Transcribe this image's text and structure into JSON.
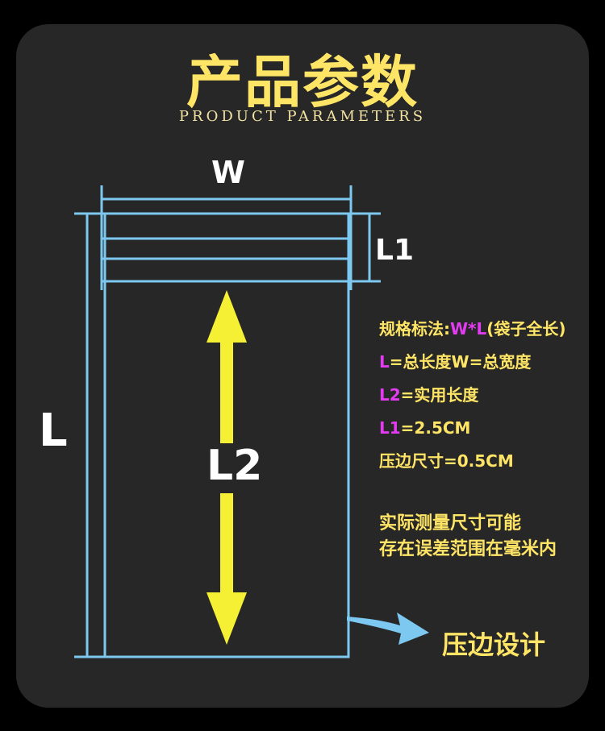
{
  "header": {
    "title": "产品参数",
    "subtitle": "PRODUCT PARAMETERS"
  },
  "diagram": {
    "width_label": "W",
    "l1_label": "L1",
    "length_label": "L",
    "usable_length_label": "L2",
    "edge_design_label": "压边设计",
    "line_color": "#7cc8f0",
    "arrow_color": "#f5f033"
  },
  "specs": {
    "rows": [
      {
        "prefix": "规格标法:",
        "highlight": "W*L",
        "suffix": "(袋子全长)"
      },
      {
        "prefix": "",
        "highlight": "L",
        "suffix": "=总长度W=总宽度"
      },
      {
        "prefix": "",
        "highlight": "L2",
        "suffix": "=实用长度"
      },
      {
        "prefix": "",
        "highlight": "L1",
        "suffix": "=2.5CM"
      },
      {
        "prefix": "压边尺寸=0.5CM",
        "highlight": "",
        "suffix": ""
      }
    ],
    "note_line1": "实际测量尺寸可能",
    "note_line2": "存在误差范围在毫米内",
    "text_color": "#ffe566",
    "highlight_color": "#e23bf0"
  }
}
